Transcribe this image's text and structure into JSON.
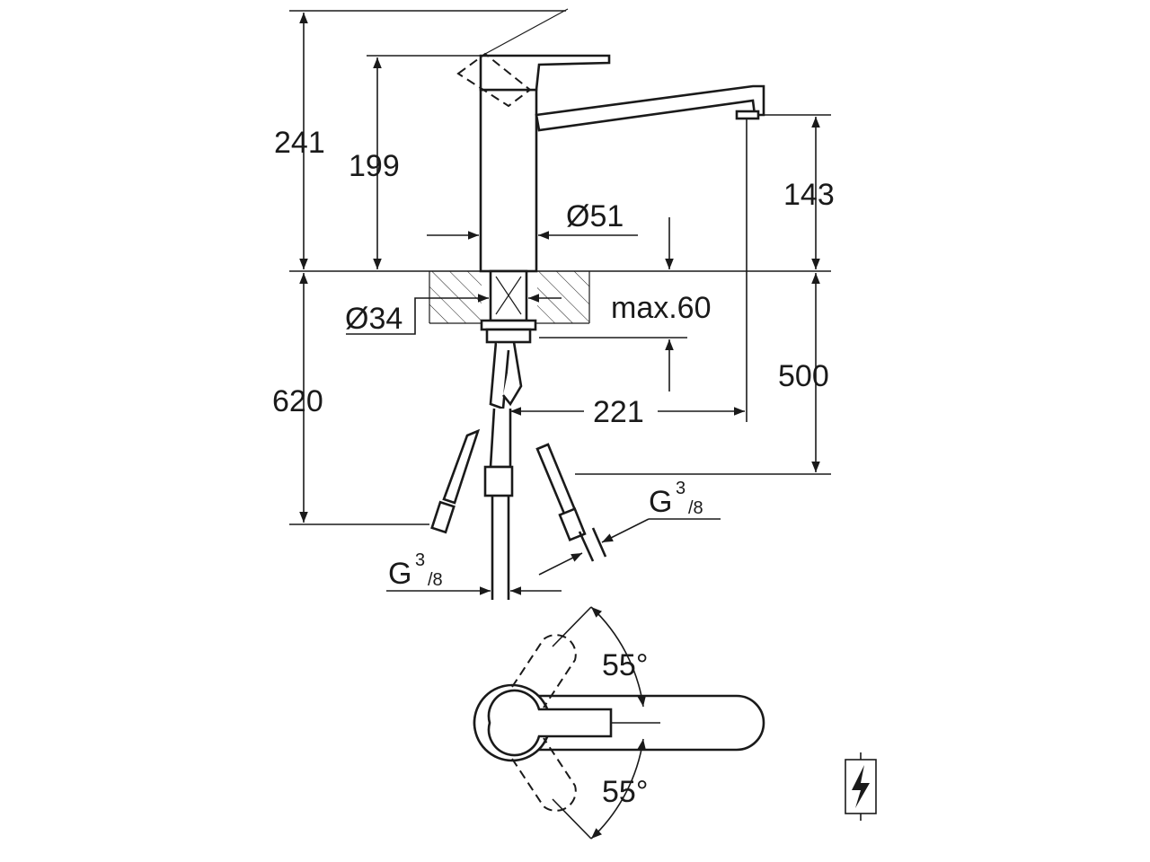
{
  "dimensions": {
    "total_height": "241",
    "body_height": "199",
    "spout_height": "143",
    "body_diameter": "Ø51",
    "shank_diameter": "Ø34",
    "max_counter_thickness": "max.60",
    "under_counter_depth": "500",
    "hose_length": "620",
    "spout_reach": "221",
    "handle_swing_up": "55°",
    "handle_swing_down": "55°"
  },
  "connections": {
    "right_hose": {
      "prefix": "G",
      "sup": "3",
      "sub": "/8"
    },
    "center_hose": {
      "prefix": "G",
      "sup": "3",
      "sub": "/8"
    }
  },
  "icons": {
    "electrical_symbol": "lightning-bolt-icon"
  }
}
